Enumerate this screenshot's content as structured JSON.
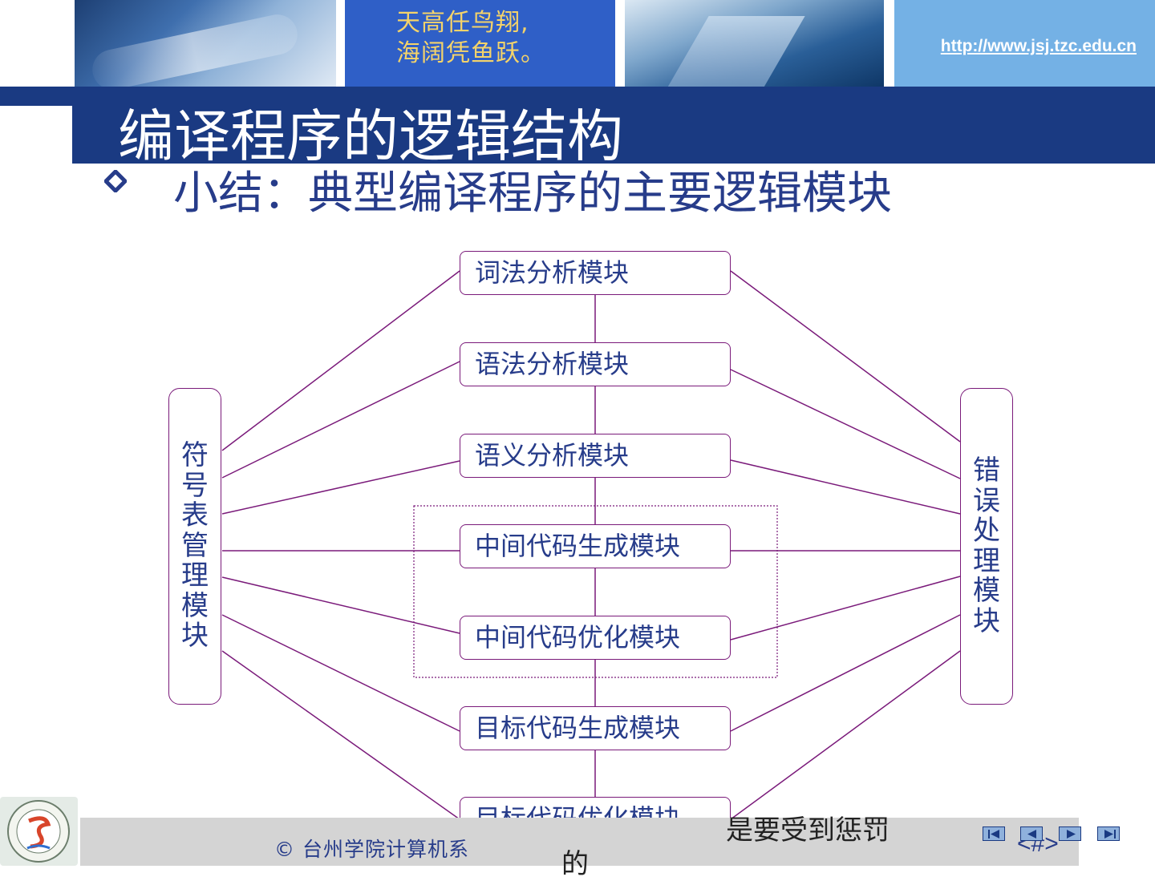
{
  "header": {
    "slogan_line1": "天高任鸟翔,",
    "slogan_line2": "海阔凭鱼跃。",
    "url": "http://www.jsj.tzc.edu.cn"
  },
  "slide": {
    "title": "编译程序的逻辑结构",
    "subtitle": "小结：典型编译程序的主要逻辑模块"
  },
  "diagram": {
    "modules": [
      "词法分析模块",
      "语法分析模块",
      "语义分析模块",
      "中间代码生成模块",
      "中间代码优化模块",
      "目标代码生成模块",
      "目标代码优化模块"
    ],
    "left_box": [
      "符",
      "号",
      "表",
      "管",
      "理",
      "模",
      "块"
    ],
    "right_box": [
      "错",
      "误",
      "处",
      "理",
      "模",
      "块"
    ],
    "colors": {
      "line": "#7a1a7a",
      "text": "#273c8a",
      "title_bar": "#1a3a82"
    }
  },
  "footer": {
    "copyright": "© 台州学院计算机系",
    "overflow_line1": "是要受到惩罚",
    "overflow_line2": "的",
    "page_number": "<#>",
    "nav_icons": [
      "first-slide-icon",
      "prev-slide-icon",
      "next-slide-icon",
      "last-slide-icon"
    ]
  }
}
